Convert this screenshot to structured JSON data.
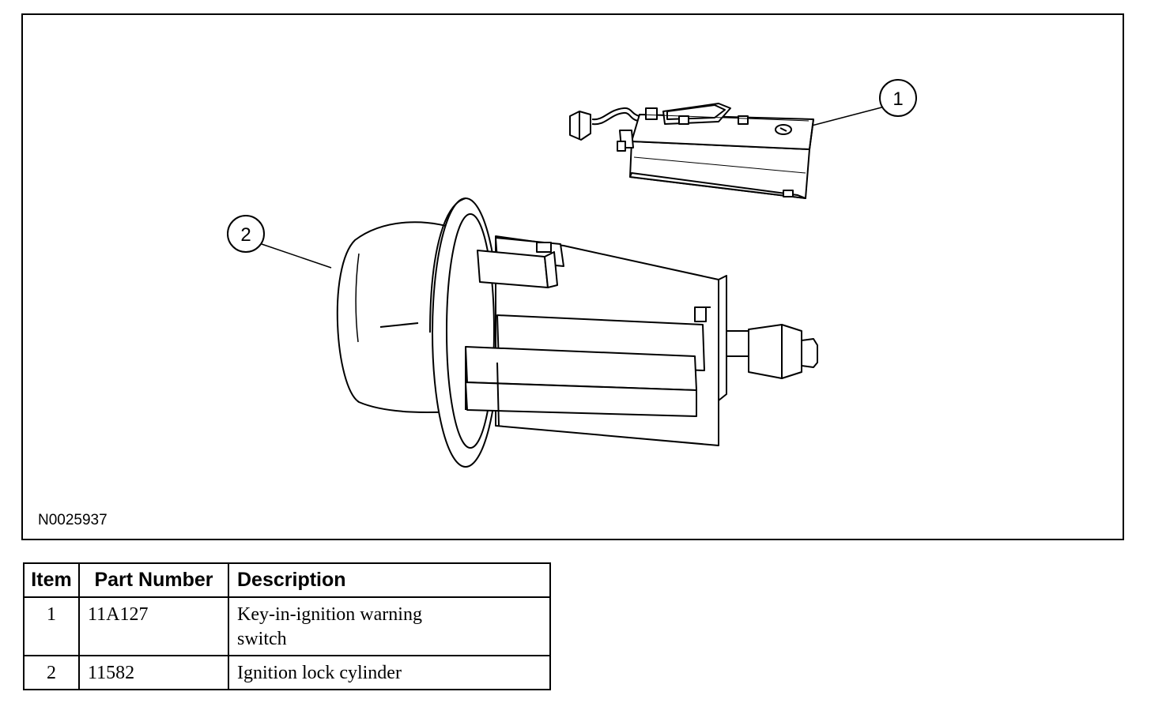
{
  "figure": {
    "id": "N0025937",
    "callouts": [
      {
        "number": "1",
        "target": "key-in-ignition-warning-switch"
      },
      {
        "number": "2",
        "target": "ignition-lock-cylinder"
      }
    ]
  },
  "table": {
    "headers": {
      "item": "Item",
      "part_number": "Part Number",
      "description": "Description"
    },
    "rows": [
      {
        "item": "1",
        "part_number": "11A127",
        "description_line1": "Key-in-ignition warning",
        "description_line2": "switch"
      },
      {
        "item": "2",
        "part_number": "11582",
        "description_line1": "Ignition lock cylinder",
        "description_line2": ""
      }
    ]
  }
}
